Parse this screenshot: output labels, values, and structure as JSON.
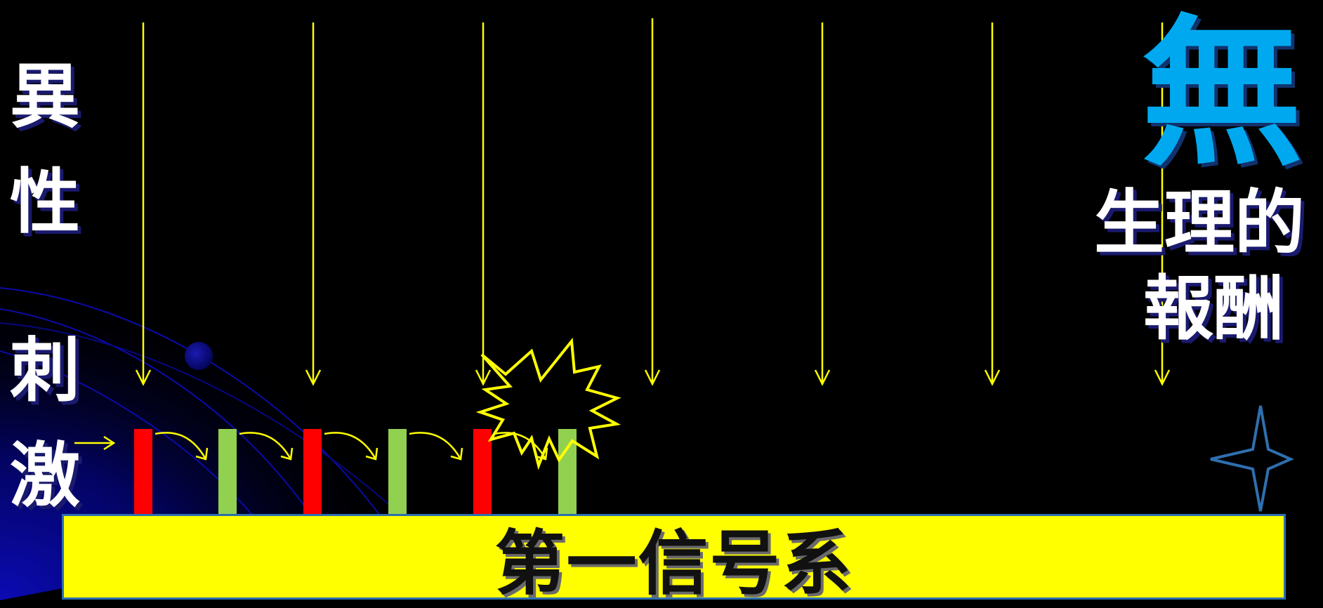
{
  "labels": {
    "left_chars": [
      "異",
      "性",
      "刺",
      "激"
    ],
    "none_char": "無",
    "reward_line1": "生理的",
    "reward_line2": "報酬",
    "signal_system": "第一信号系"
  },
  "colors": {
    "background": "#000000",
    "arrow": "#ffff00",
    "bar_red": "#ff0000",
    "bar_green": "#92d050",
    "none_char": "#00a9ef",
    "signal_box": "#ffff00",
    "signal_border": "#2e6fb0",
    "star": "#2e6fb0",
    "swoosh": "#0a0aa0"
  },
  "bars": [
    {
      "color": "red"
    },
    {
      "color": "green"
    },
    {
      "color": "red"
    },
    {
      "color": "green"
    },
    {
      "color": "red"
    },
    {
      "color": "green"
    }
  ],
  "icons": {
    "explosion": "burst-icon",
    "star": "four-point-star-icon",
    "planet": "planet-orb-icon"
  }
}
